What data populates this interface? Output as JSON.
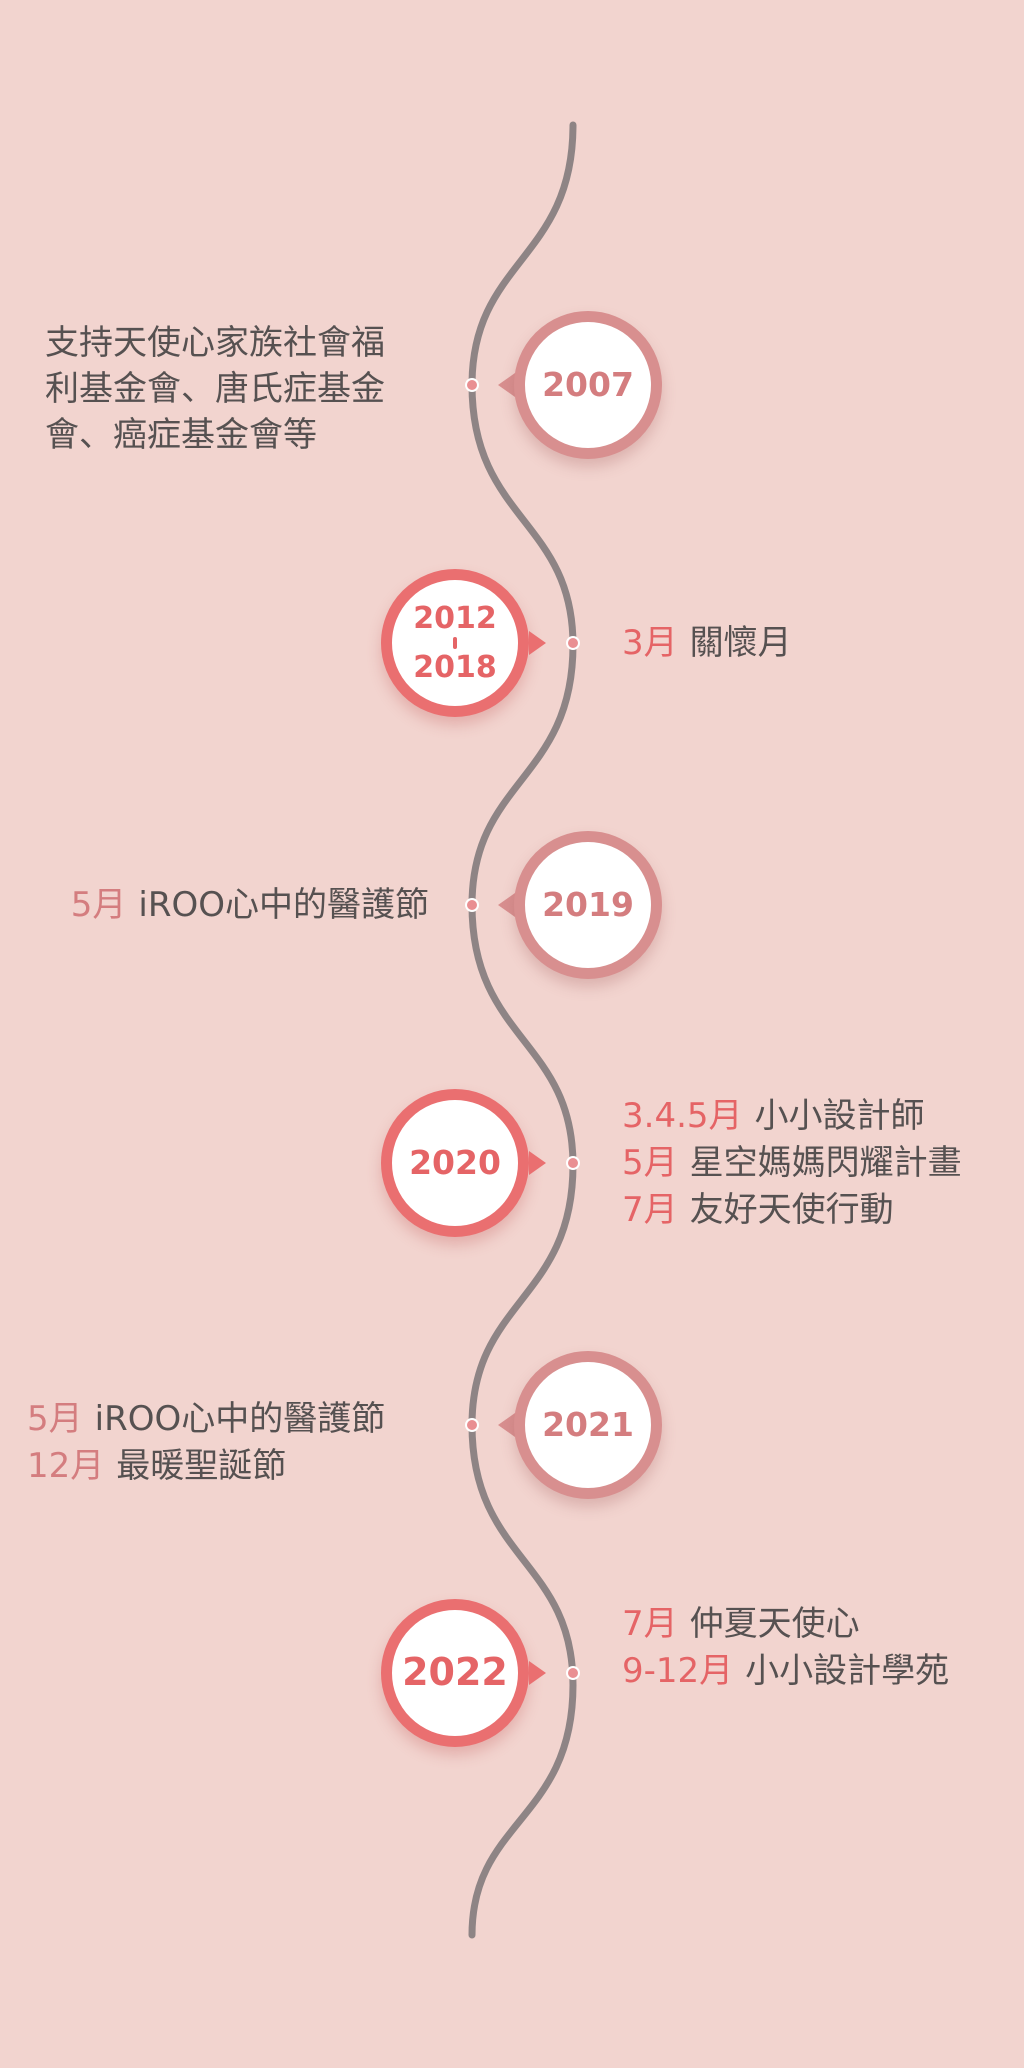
{
  "timeline": {
    "colors": {
      "background": "#f2d4cf",
      "line": "#8e8485",
      "muted": "#d88f8f",
      "muted_text": "#d47d7f",
      "strong": "#ea6f70",
      "strong_text": "#e56466",
      "text": "#565151"
    },
    "entries": [
      {
        "year": "2007",
        "style": "muted",
        "side": "left",
        "lines": [
          "支持天使心家族社會福",
          "利基金會、唐氏症基金",
          "會、癌症基金會等"
        ]
      },
      {
        "year": "2012",
        "year_end": "2018",
        "style": "strong",
        "side": "right",
        "items": [
          {
            "month": "3月",
            "text": "關懷月"
          }
        ]
      },
      {
        "year": "2019",
        "style": "muted",
        "side": "left",
        "items": [
          {
            "month": "5月",
            "text": "iROO心中的醫護節"
          }
        ]
      },
      {
        "year": "2020",
        "style": "strong",
        "side": "right",
        "items": [
          {
            "month": "3.4.5月",
            "text": "小小設計師"
          },
          {
            "month": "5月",
            "text": "星空媽媽閃耀計畫"
          },
          {
            "month": "7月",
            "text": "友好天使行動"
          }
        ]
      },
      {
        "year": "2021",
        "style": "muted",
        "side": "left",
        "items": [
          {
            "month": "5月",
            "text": "iROO心中的醫護節"
          },
          {
            "month": "12月",
            "text": "最暖聖誕節"
          }
        ]
      },
      {
        "year": "2022",
        "style": "strong",
        "side": "right",
        "items": [
          {
            "month": "7月",
            "text": "仲夏天使心"
          },
          {
            "month": "9-12月",
            "text": "小小設計學苑"
          }
        ]
      }
    ]
  }
}
